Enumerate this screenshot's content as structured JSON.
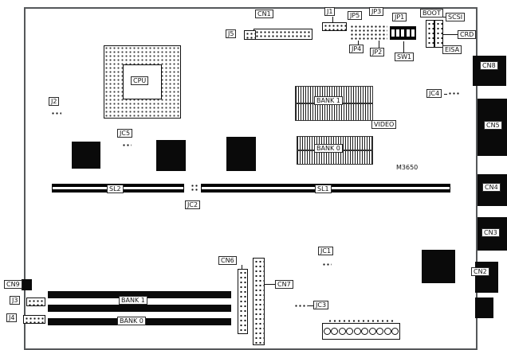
{
  "board": {
    "model": "M3650"
  },
  "labels": {
    "cn1": "CN1",
    "j5": "J5",
    "j1": "J1",
    "jp5": "JP5",
    "jp3": "JP3",
    "jp1": "JP1",
    "jp4": "JP4",
    "jp2": "JP2",
    "sw1": "SW1",
    "boot": "BOOT",
    "scsi": "SCSI",
    "crd": "CRD",
    "eisa": "EISA",
    "cn8": "CN8",
    "jc4": "JC4",
    "cn5": "CN5",
    "cpu": "CPU",
    "j2": "J2",
    "jc5": "JC5",
    "video": "VIDEO",
    "bank1_top": "BANK 1",
    "bank0_top": "BANK 0",
    "sl2": "SL2",
    "sl1": "SL1",
    "jc2": "JC2",
    "cn4": "CN4",
    "cn3": "CN3",
    "jc1": "JC1",
    "cn2": "CN2",
    "cn6": "CN6",
    "cn7": "CN7",
    "jc3": "JC3",
    "cn9": "CN9",
    "j3": "J3",
    "j4": "J4",
    "bank1_bot": "BANK 1",
    "bank0_bot": "BANK 0"
  }
}
